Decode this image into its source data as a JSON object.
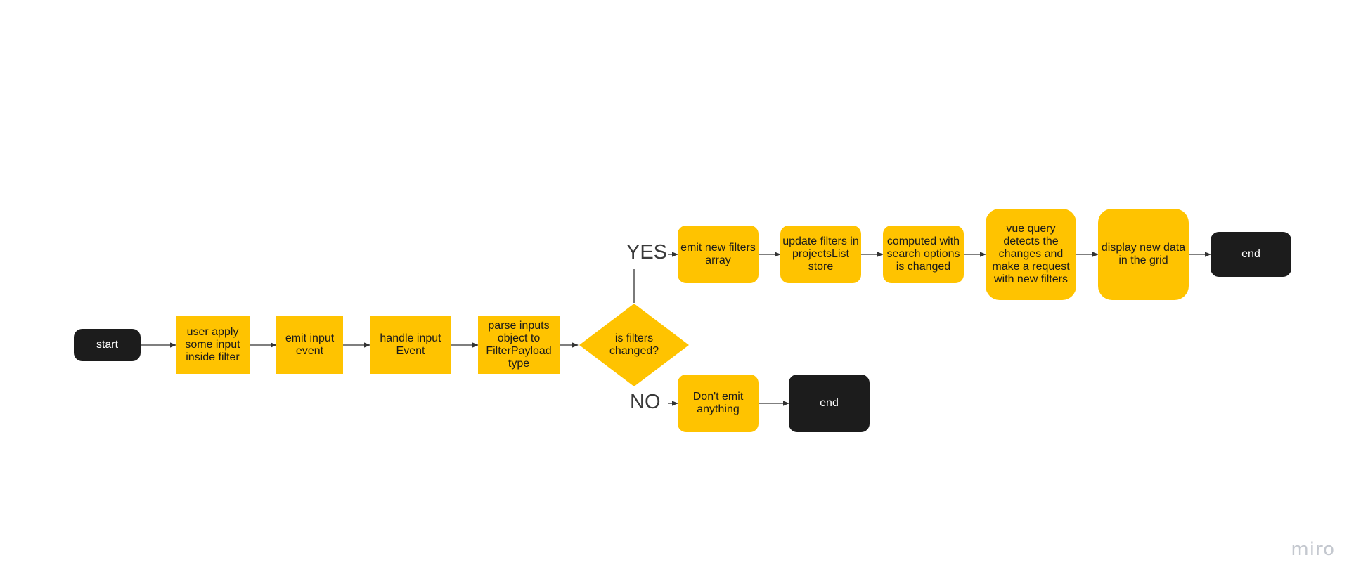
{
  "nodes": {
    "start": "start",
    "user_apply": "user apply some input inside filter",
    "emit_input": "emit input event",
    "handle_input": "handle input Event",
    "parse_inputs": "parse inputs object to FilterPayload type",
    "decision": "is filters changed?",
    "emit_new": "emit new filters array",
    "update_filters": "update filters in projectsList store",
    "computed": "computed with search options is changed",
    "vue_query": "vue query detects the changes and make a request with new filters",
    "display_new": "display new data in the grid",
    "end_yes": "end",
    "dont_emit": "Don't emit anything",
    "end_no": "end"
  },
  "branches": {
    "yes": "YES",
    "no": "NO"
  },
  "branding": {
    "logo": "miro"
  },
  "colors": {
    "process": "#ffc300",
    "terminal": "#1c1c1c",
    "connector": "#333333"
  }
}
